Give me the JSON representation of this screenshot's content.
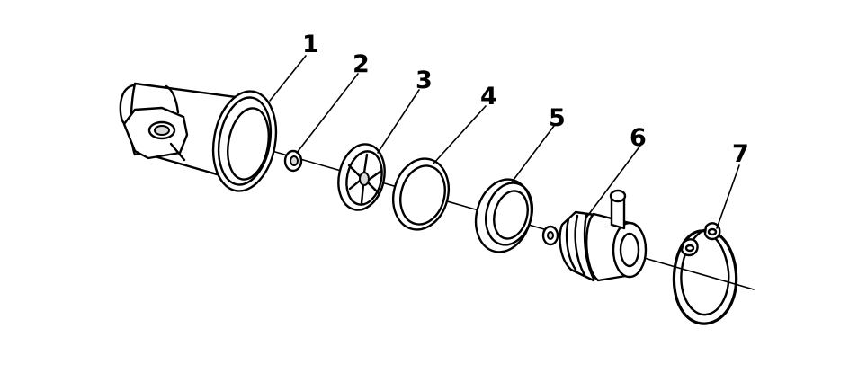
{
  "callouts": [
    {
      "number": "1",
      "part": "housing"
    },
    {
      "number": "2",
      "part": "nut"
    },
    {
      "number": "3",
      "part": "spoked-disc"
    },
    {
      "number": "4",
      "part": "thin-ring"
    },
    {
      "number": "5",
      "part": "thick-ring"
    },
    {
      "number": "6",
      "part": "ball-socket-assembly"
    },
    {
      "number": "7",
      "part": "retaining-ring"
    }
  ]
}
